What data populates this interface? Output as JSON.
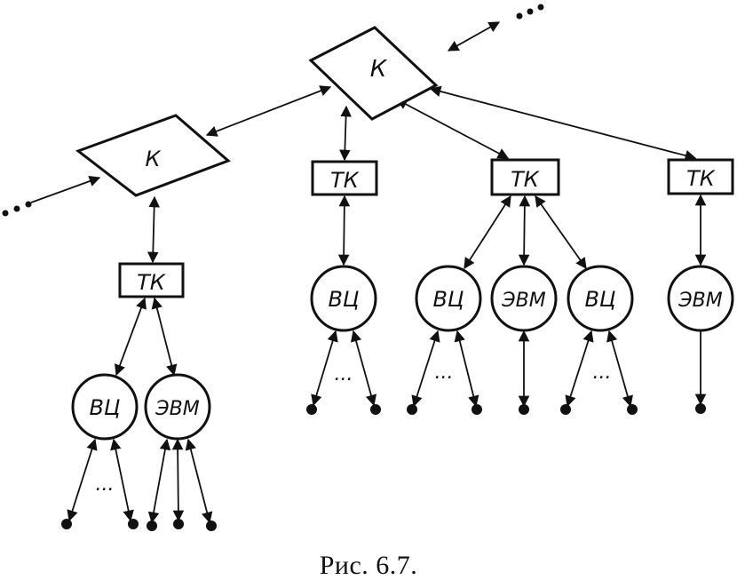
{
  "labels": {
    "concentrator": "К",
    "terminal_concentrator": "ТК",
    "computing_center": "ВЦ",
    "computer": "ЭВМ",
    "ellipsis": "..."
  },
  "caption": "Рис. 6.7."
}
